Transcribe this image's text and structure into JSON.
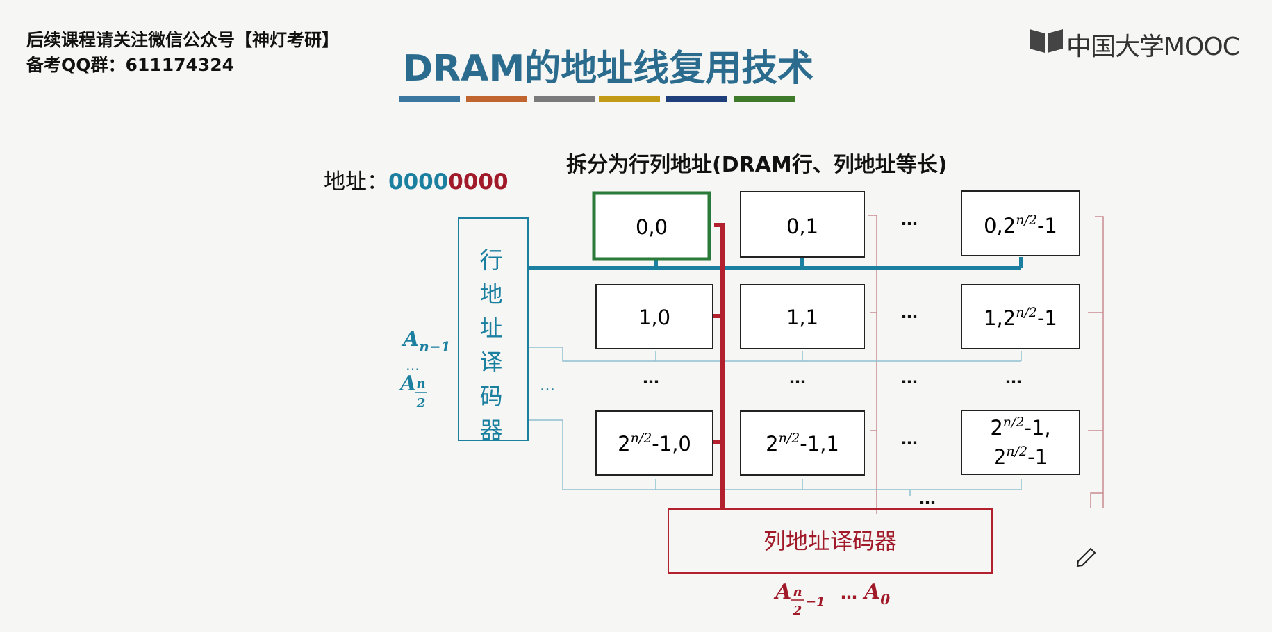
{
  "watermark": {
    "line1": "后续课程请关注微信公众号【神灯考研】",
    "line2": "备考QQ群：611174324"
  },
  "logo": {
    "text": "中国大学MOOC",
    "icon": "mooc-book-icon"
  },
  "title": "DRAM的地址线复用技术",
  "stripe_colors": [
    "#3a76a0",
    "#c06430",
    "#7a7a7a",
    "#c39a16",
    "#1f3f7a",
    "#3f7a2a"
  ],
  "subtitle": "拆分为行列地址(DRAM行、列地址等长)",
  "address": {
    "label": "地址：",
    "high_bits": "0000",
    "low_bits": "0000"
  },
  "row_decoder": {
    "label": "行地址译码器"
  },
  "column_decoder": {
    "label": "列地址译码器"
  },
  "row_address_lines": {
    "top": "n−1",
    "bottom_num": "n",
    "bottom_den": "2",
    "dots": "…"
  },
  "col_address_lines": {
    "sub_num": "n",
    "sub_den": "2",
    "sub_tail": "−1",
    "dots": "…",
    "last": "0"
  },
  "cells": {
    "r0c0": "0,0",
    "r0c1": "0,1",
    "r0cn_base": "0,2",
    "r0cn_tail": "-1",
    "r1c0": "1,0",
    "r1c1": "1,1",
    "r1cn_base": "1,2",
    "r1cn_tail": "-1",
    "rnc0_tail": "-1,0",
    "rnc1_tail": "-1,1",
    "rncn_line1_tail": "-1,",
    "rncn_line2_tail": "-1",
    "base2": "2",
    "exp": "n/2"
  },
  "ellipsis": "…",
  "colors": {
    "row": "#1b7fa0",
    "col": "#a11a2a",
    "selected": "#2a7a3a"
  }
}
